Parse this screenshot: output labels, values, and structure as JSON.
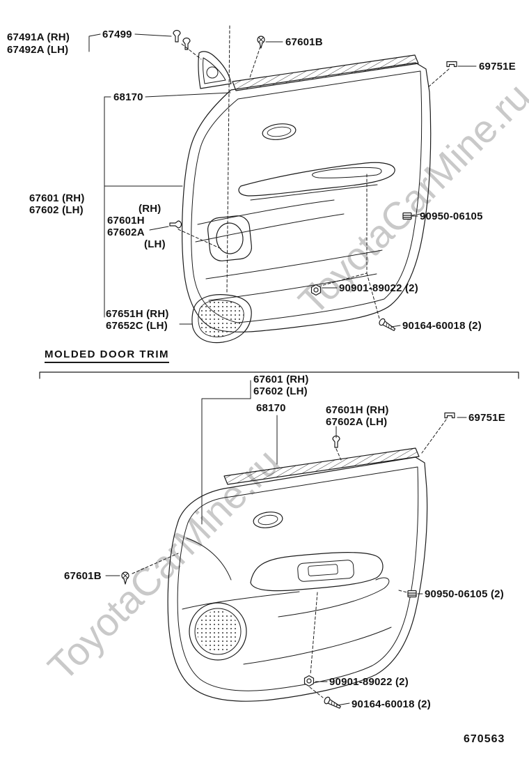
{
  "watermark_text": "ToyotaCarMine.ru",
  "section_title": "MOLDED DOOR TRIM",
  "figure_number": "670563",
  "top_diagram": {
    "labels": {
      "p67491a": "67491A (RH)",
      "p67492a": "67492A (LH)",
      "p67499": "67499",
      "p67601b": "67601B",
      "p69751e": "69751E",
      "p68170": "68170",
      "p67601": "67601 (RH)",
      "p67602": "67602 (LH)",
      "rh": "(RH)",
      "p67601h": "67601H",
      "p67602a": "67602A",
      "lh": "(LH)",
      "p90950": "90950-06105",
      "p90901": "90901-89022 (2)",
      "p90164": "90164-60018 (2)",
      "p67651h": "67651H (RH)",
      "p67652c": "67652C (LH)"
    }
  },
  "bottom_diagram": {
    "labels": {
      "p67601": "67601 (RH)",
      "p67602": "67602 (LH)",
      "p68170": "68170",
      "p67601h": "67601H (RH)",
      "p67602a": "67602A (LH)",
      "p69751e": "69751E",
      "p67601b": "67601B",
      "p90950": "90950-06105 (2)",
      "p90901": "90901-89022 (2)",
      "p90164": "90164-60018 (2)"
    }
  }
}
